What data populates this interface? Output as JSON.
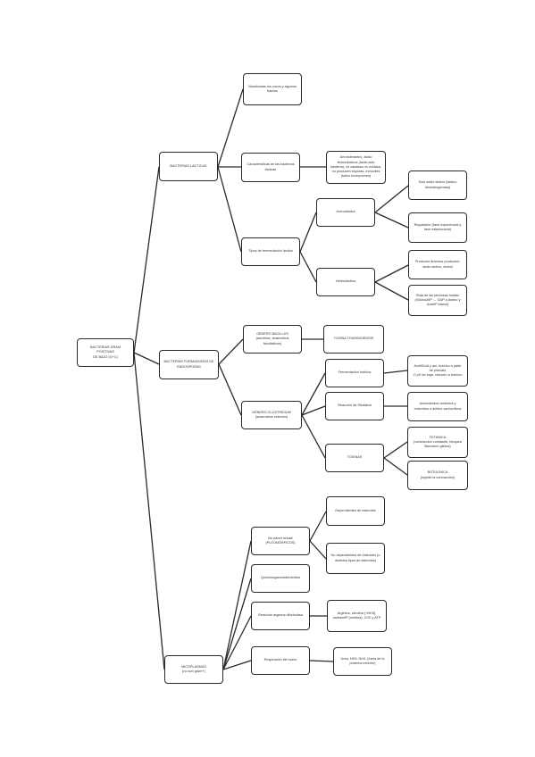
{
  "nodes": {
    "root": "BACTERIAS GRAM POSITIVAS\nDE BAJO (G+C)",
    "lacticas": "BACTERIAS LÁCTICAS",
    "lac_nombre": "Nombradas los cocos y algunos bacilos",
    "lac_caract": "Características de las bacterias lácticas",
    "lac_caract_desc": "Aerotolerantes, ácido fermentativos (lactic acid bacteria), no catalasa no oxidasa, no producen esporas, Inmóviles (salvo excepciones)",
    "lac_tipos": "Tipos de fermentación láctica",
    "homolactica": "Homoláctica",
    "homo_1": "Solo ácido láctico (lactico deshidrogenasa)",
    "homo_2": "Regulación (fase exponencial y fase estacionaria)",
    "heterolactica": "Heteroláctica",
    "hetero_1": "Producen diversos productos: ácido láctico, etanol",
    "hetero_2": "Ruta de las pentosas fosfato (Xilulosa5P → GAP a láctico y AcetilP etanol)",
    "endosporas": "BACTERIAS FORMADORAS DE ENDOSPORAS",
    "bacillus": "GÉNERO BACILLUS\n(aerobios, anaerobios facultativos)",
    "bac_toxina": "TOXINA THURINGIENSIS",
    "clostridium": "GÉNERO CLOSTRIDIUM\n(anaerobios estrictos)",
    "clos_ferm": "Fermentación butírica",
    "clos_ferm_desc": "AcetilCoA y así, butírico a partir de piruvato\nO pH se baja, reducen a butírico",
    "clos_reac": "Reacción de Stickland",
    "clos_reac_desc": "Aminoácidos oxidados y reducidos a ácidos carboxílicos",
    "toxinas": "TOXINAS",
    "tox_tetanica": "TETÁNICA\n(contracción constante, bloquea liberación glicina)",
    "tox_botulinica": "BOTULÍNICA\n(impide la contracción)",
    "micoplasmas": "MICOPLASMAS\n(no son gram+)",
    "mico_pared": "No pared celular\n(PLEOMÓRFICOS)",
    "mico_dep": "Dependientes de esteroles",
    "mico_nodep": "No dependientes de esteroles (o distintos tipos de esteroles)",
    "mico_quimio": "Quimioorganoheterótrofos",
    "mico_arginina": "Reacción arginina dihidrolasa",
    "mico_arg_desc": "Arginina, citrulina (+NH3), carbamilP (ornitina), CO2 y ATP",
    "mico_resp": "Respiración del suero",
    "mico_resp_desc": "Urea, NH3, NH4, (fuera de la proteína exterior)"
  }
}
